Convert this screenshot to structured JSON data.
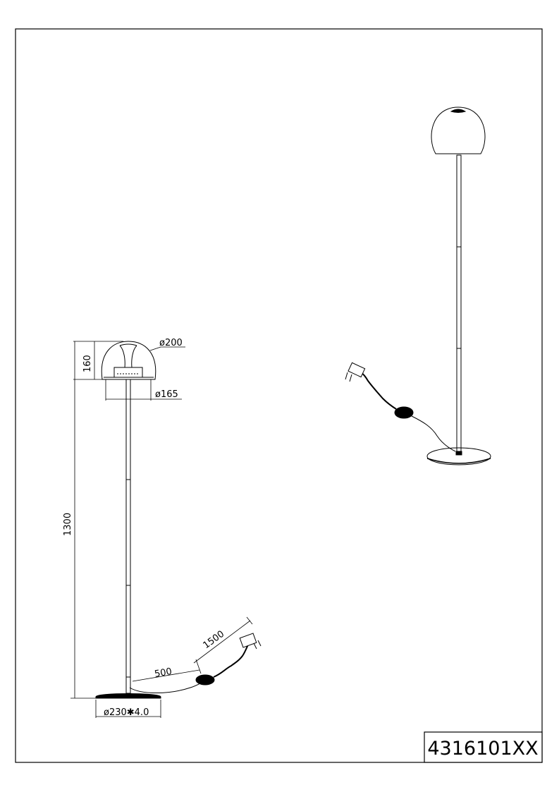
{
  "drawing": {
    "article_number": "4316101XX",
    "dimensions": {
      "shade_diameter": "ø200",
      "opening_diameter": "ø165",
      "shade_height": "160",
      "total_height": "1300",
      "base": "ø230✱4.0",
      "cable_to_switch": "500",
      "cable_to_plug": "1500"
    }
  }
}
